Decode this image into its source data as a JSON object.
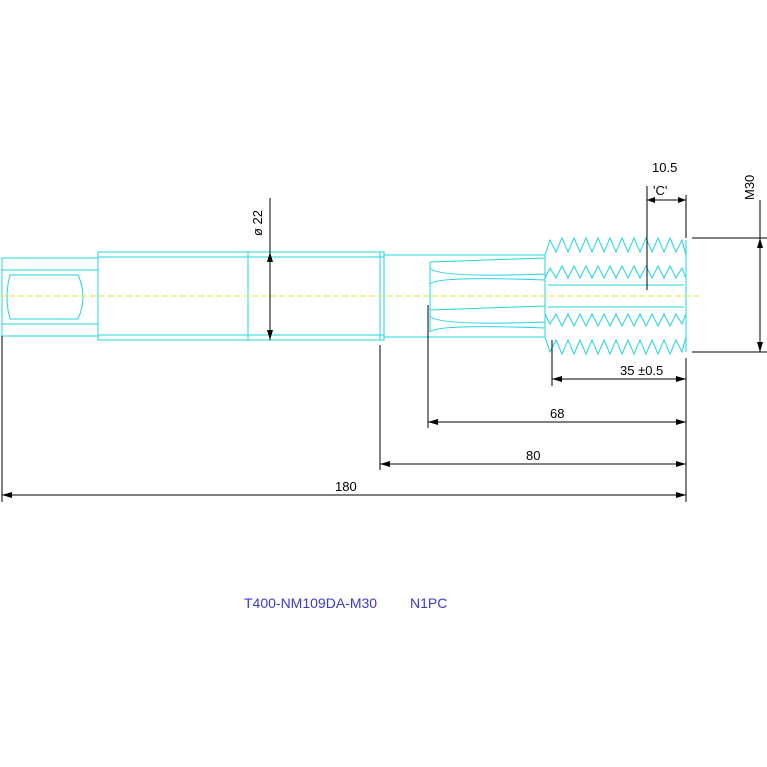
{
  "drawing": {
    "colors": {
      "outline": "#23d5e0",
      "dimension": "#000000",
      "axis": "#e6e63a",
      "label": "#3a3acc",
      "background": "#ffffff"
    },
    "dimensions": {
      "thread_pitch_callout": "10.5",
      "thread_ref": "'C'",
      "major_diameter": "M30",
      "shank_diameter": "ø 22",
      "thread_length": "35 ±0.5",
      "flute_length": "68",
      "neck_length": "80",
      "overall_length": "180"
    },
    "title_block": {
      "part_number": "T400-NM109DA-M30",
      "quantity": "N1PC"
    }
  }
}
